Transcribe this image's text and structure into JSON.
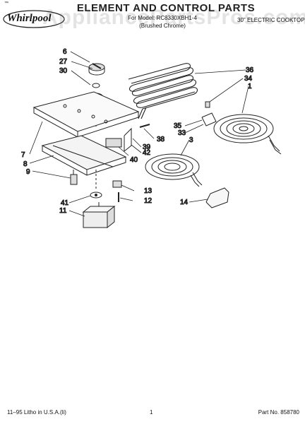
{
  "header": {
    "logo_text": "Whirlpool",
    "trademark": "™",
    "title": "ELEMENT AND CONTROL PARTS",
    "model_line": "For Model: RC8330XBH1-4",
    "finish_line": "(Brushed Chrome)",
    "product_type": "30\" ELECTRIC COOKTOP"
  },
  "watermark": "AppliancePartsPros.com",
  "callouts": {
    "c6": "6",
    "c27": "27",
    "c30": "30",
    "c36": "36",
    "c34": "34",
    "c1": "1",
    "c7": "7",
    "c8": "8",
    "c9": "9",
    "c35": "35",
    "c33": "33",
    "c3": "3",
    "c38": "38",
    "c39": "39",
    "c42": "42",
    "c40": "40",
    "c13": "13",
    "c12": "12",
    "c41": "41",
    "c11": "11",
    "c14": "14"
  },
  "footer": {
    "litho": "11–95 Litho in U.S.A.(li)",
    "page": "1",
    "part_no": "Part No. 858780"
  },
  "colors": {
    "line": "#222222",
    "watermark": "#808080"
  }
}
